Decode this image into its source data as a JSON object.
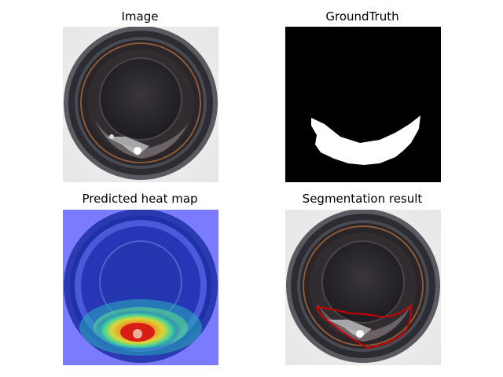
{
  "figure": {
    "panels": [
      {
        "title": "Image"
      },
      {
        "title": "GroundTruth"
      },
      {
        "title": "Predicted heat map"
      },
      {
        "title": "Segmentation result"
      }
    ]
  },
  "colors": {
    "background": "#ffffff",
    "mask_background": "#000000",
    "mask_foreground": "#ffffff",
    "heatmap_low": "#7b7bff",
    "heatmap_mid": "#1e2bd0",
    "heatmap_hot": "#e0281e",
    "segmentation_outline": "#cc0000"
  }
}
